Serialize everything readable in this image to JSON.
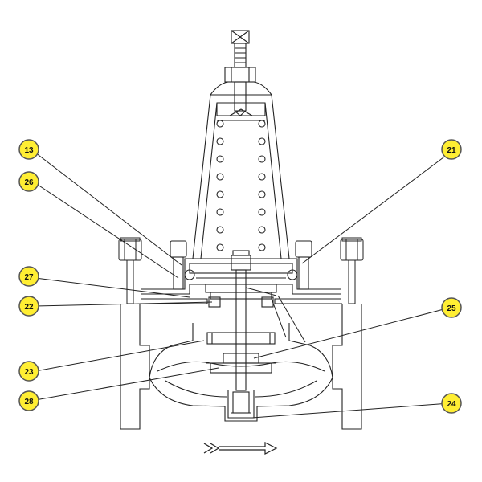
{
  "diagram": {
    "colors": {
      "line": "#222222",
      "callout_fill": "#ffee33",
      "callout_stroke": "#555555",
      "background": "#ffffff"
    },
    "callouts": [
      {
        "id": "13",
        "label": "13",
        "side": "left"
      },
      {
        "id": "26",
        "label": "26",
        "side": "left"
      },
      {
        "id": "27",
        "label": "27",
        "side": "left"
      },
      {
        "id": "22",
        "label": "22",
        "side": "left"
      },
      {
        "id": "23",
        "label": "23",
        "side": "left"
      },
      {
        "id": "28",
        "label": "28",
        "side": "left"
      },
      {
        "id": "21",
        "label": "21",
        "side": "right"
      },
      {
        "id": "25",
        "label": "25",
        "side": "right"
      },
      {
        "id": "24",
        "label": "24",
        "side": "right"
      }
    ],
    "flow_direction": "right"
  }
}
